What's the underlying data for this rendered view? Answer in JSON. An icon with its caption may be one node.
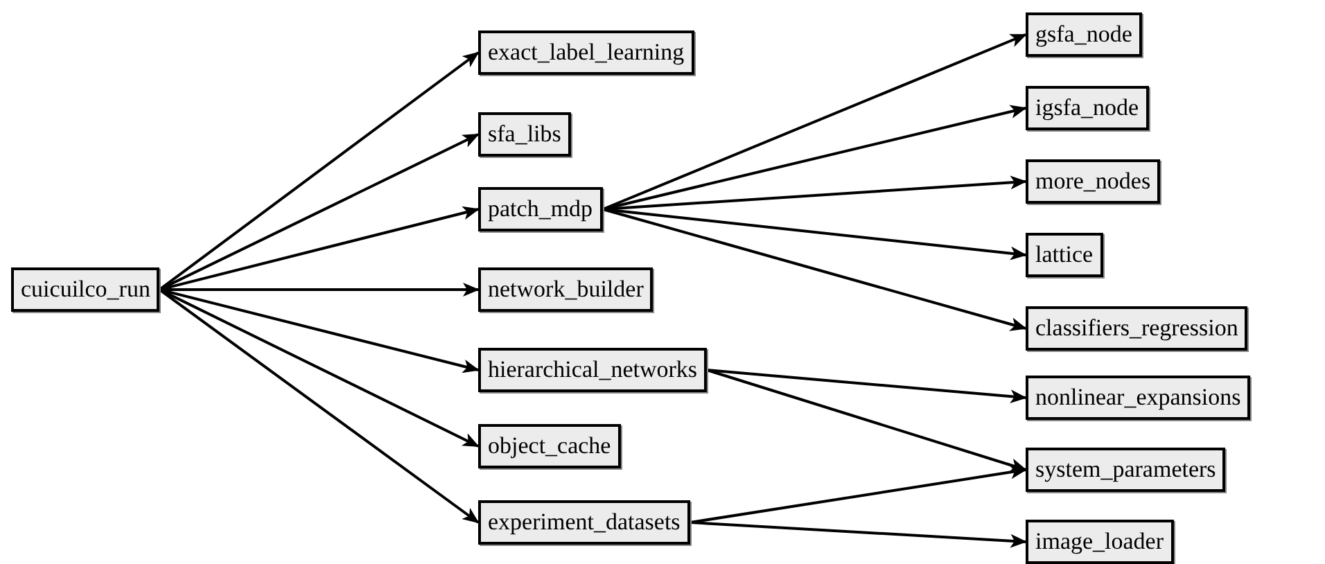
{
  "diagram": {
    "nodes": [
      {
        "text": [
          "cuicuilco_run"
        ]
      },
      {
        "text": [
          "exact_label_learning"
        ]
      },
      {
        "text": [
          "sfa_libs"
        ]
      },
      {
        "text": [
          "patch_mdp"
        ]
      },
      {
        "text": [
          "network_builder"
        ]
      },
      {
        "text": [
          "hierarchical_networks"
        ]
      },
      {
        "text": [
          "object_cache"
        ]
      },
      {
        "text": [
          "experiment_datasets"
        ]
      },
      {
        "text": [
          "gsfa_node"
        ]
      },
      {
        "text": [
          "igsfa_node"
        ]
      },
      {
        "text": [
          "more_nodes"
        ]
      },
      {
        "text": [
          "lattice"
        ]
      },
      {
        "text": [
          "classifiers_regression"
        ]
      },
      {
        "text": [
          "nonlinear_expansions"
        ]
      },
      {
        "text": [
          "system_parameters"
        ]
      },
      {
        "text": [
          "image_loader"
        ]
      }
    ],
    "edges": [
      {
        "from": 0,
        "to": 1,
        "arrow": "to"
      },
      {
        "from": 0,
        "to": 2,
        "arrow": "to"
      },
      {
        "from": 0,
        "to": 3,
        "arrow": "to"
      },
      {
        "from": 0,
        "to": 4,
        "arrow": "to"
      },
      {
        "from": 0,
        "to": 5,
        "arrow": "to"
      },
      {
        "from": 0,
        "to": 6,
        "arrow": "to"
      },
      {
        "from": 0,
        "to": 7,
        "arrow": "to"
      },
      {
        "from": 3,
        "to": 8,
        "arrow": "to"
      },
      {
        "from": 3,
        "to": 9,
        "arrow": "to"
      },
      {
        "from": 3,
        "to": 10,
        "arrow": "to"
      },
      {
        "from": 3,
        "to": 11,
        "arrow": "to"
      },
      {
        "from": 3,
        "to": 12,
        "arrow": "to"
      },
      {
        "from": 5,
        "to": 13,
        "arrow": "to"
      },
      {
        "from": 5,
        "to": 14,
        "arrow": "to"
      },
      {
        "from": 7,
        "to": 14,
        "arrow": "to"
      },
      {
        "from": 7,
        "to": 15,
        "arrow": "to"
      }
    ]
  }
}
